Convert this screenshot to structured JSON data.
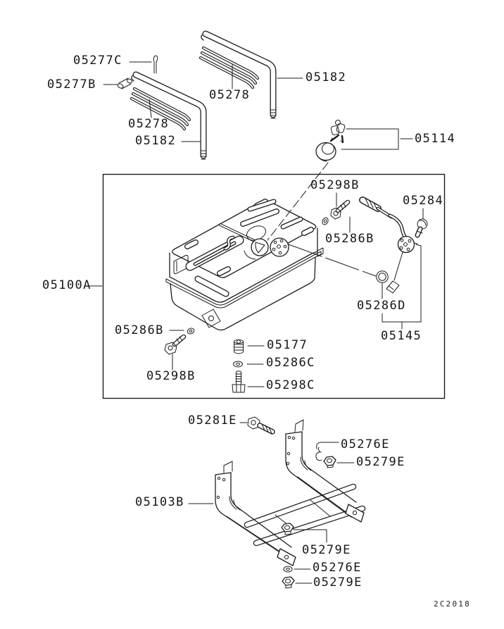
{
  "diagram": {
    "drawing_code": "2C2018",
    "callouts": [
      {
        "part": "05277C"
      },
      {
        "part": "05277B"
      },
      {
        "part": "05278"
      },
      {
        "part": "05182"
      },
      {
        "part": "05278"
      },
      {
        "part": "05182"
      },
      {
        "part": "05114"
      },
      {
        "part": "05100A"
      },
      {
        "part": "05298B"
      },
      {
        "part": "05284"
      },
      {
        "part": "05286B"
      },
      {
        "part": "05286D"
      },
      {
        "part": "05145"
      },
      {
        "part": "05286B"
      },
      {
        "part": "05298B"
      },
      {
        "part": "05177"
      },
      {
        "part": "05286C"
      },
      {
        "part": "05298C"
      },
      {
        "part": "05281E"
      },
      {
        "part": "05276E"
      },
      {
        "part": "05279E"
      },
      {
        "part": "05103B"
      },
      {
        "part": "05279E"
      },
      {
        "part": "05276E"
      },
      {
        "part": "05279E"
      }
    ]
  }
}
